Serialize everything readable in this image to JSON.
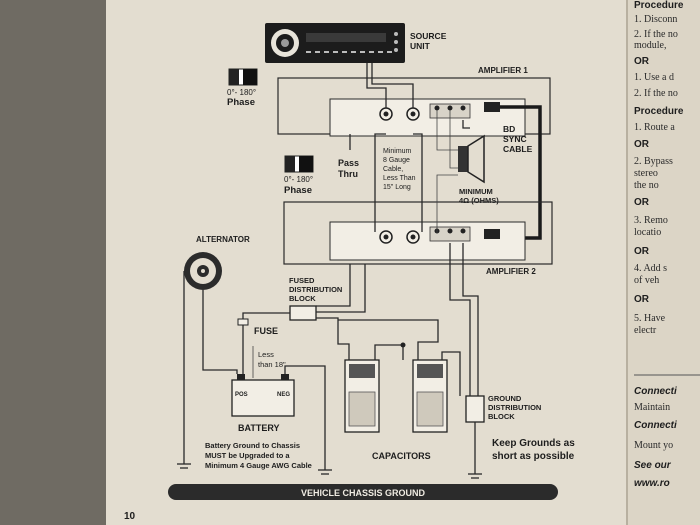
{
  "page": {
    "number": "10"
  },
  "labels": {
    "source_unit": [
      "SOURCE",
      "UNIT"
    ],
    "amplifier_1": "AMPLIFIER 1",
    "amplifier_2": "AMPLIFIER 2",
    "phase_1": [
      "0°- 180°",
      "Phase"
    ],
    "phase_2": [
      "0°- 180°",
      "Phase"
    ],
    "pass_thru": [
      "Pass",
      "Thru"
    ],
    "gauge_note": [
      "Minimum",
      "8 Gauge",
      "Cable,",
      "Less Than",
      "15\" Long"
    ],
    "bd_sync": [
      "BD",
      "SYNC",
      "CABLE"
    ],
    "min_ohms": [
      "MINIMUM",
      "4Ω (OHMS)"
    ],
    "alternator": "ALTERNATOR",
    "fused_block": [
      "FUSED",
      "DISTRIBUTION",
      "BLOCK"
    ],
    "fuse": "FUSE",
    "less_than": [
      "Less",
      "than 18\""
    ],
    "battery": "BATTERY",
    "battery_pos": "POS",
    "battery_neg": "NEG",
    "capacitors": "CAPACITORS",
    "ground_block": [
      "GROUND",
      "DISTRIBUTION",
      "BLOCK"
    ],
    "keep_grounds": [
      "Keep Grounds as",
      "short as possible"
    ],
    "battery_ground_note": [
      "Battery Ground to Chassis",
      "MUST be Upgraded to a",
      "Minimum 4 Gauge AWG Cable"
    ],
    "chassis_ground": "VEHICLE CHASSIS GROUND"
  },
  "right_page": {
    "lines": [
      {
        "text": "Procedure",
        "style": "heading"
      },
      {
        "text": "1.  Disconn",
        "style": "body"
      },
      {
        "text": "2.  If the no",
        "style": "body"
      },
      {
        "text": "     module,",
        "style": "body"
      },
      {
        "text": "OR",
        "style": "heading"
      },
      {
        "text": "1.  Use a d",
        "style": "body"
      },
      {
        "text": "2.  If the no",
        "style": "body"
      },
      {
        "text": "Procedure",
        "style": "heading"
      },
      {
        "text": "1.  Route a",
        "style": "body"
      },
      {
        "text": "OR",
        "style": "heading"
      },
      {
        "text": "2.  Bypass",
        "style": "body"
      },
      {
        "text": "     stereo",
        "style": "body"
      },
      {
        "text": "     the no",
        "style": "body"
      },
      {
        "text": "OR",
        "style": "heading"
      },
      {
        "text": "3.  Remo",
        "style": "body"
      },
      {
        "text": "     locatio",
        "style": "body"
      },
      {
        "text": "OR",
        "style": "heading"
      },
      {
        "text": "4.  Add s",
        "style": "body"
      },
      {
        "text": "     of veh",
        "style": "body"
      },
      {
        "text": "OR",
        "style": "heading"
      },
      {
        "text": "5.  Have",
        "style": "body"
      },
      {
        "text": "     electr",
        "style": "body"
      },
      {
        "text": "Connecti",
        "style": "italic-heading"
      },
      {
        "text": "Maintain",
        "style": "body"
      },
      {
        "text": "Connecti",
        "style": "italic-heading"
      },
      {
        "text": "Mount yo",
        "style": "body"
      },
      {
        "text": "See our",
        "style": "italic-heading"
      },
      {
        "text": "www.ro",
        "style": "italic-heading"
      }
    ]
  },
  "colors": {
    "paper": "#e3ddd0",
    "ink": "#1d1d1d",
    "chassis_bar": "#2b2b2b",
    "background": "#6f6b63"
  }
}
